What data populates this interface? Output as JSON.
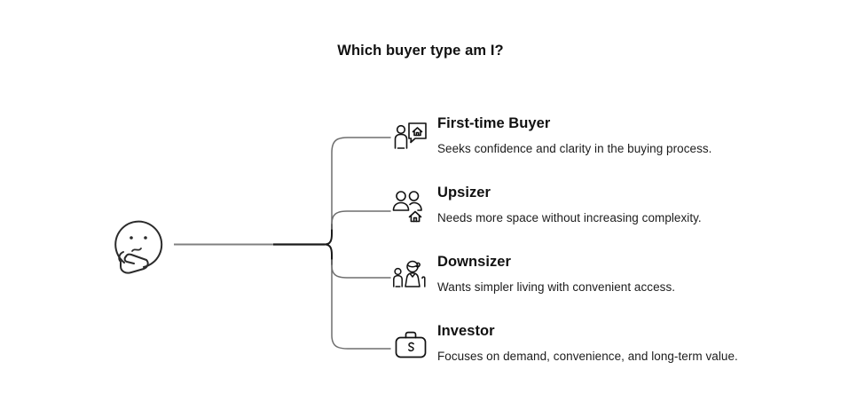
{
  "diagram": {
    "title": "Which buyer type am I?",
    "type": "mind-map",
    "root": {
      "icon": "thinking-face-icon",
      "label": ""
    },
    "colors": {
      "background": "#ffffff",
      "text": "#111111",
      "description_text": "#1c1c1c",
      "branch_line": "#6e6e6e",
      "trunk_line_light": "#808080",
      "trunk_line_dark": "#1a1a1a",
      "icon_stroke": "#111111"
    },
    "branches": [
      {
        "icon": "person-house-speech-bubble-icon",
        "label": "First-time Buyer",
        "description": "Seeks confidence and clarity in the buying process."
      },
      {
        "icon": "two-people-house-icon",
        "label": "Upsizer",
        "description": "Needs more space without increasing complexity."
      },
      {
        "icon": "senior-with-cane-icon",
        "label": "Downsizer",
        "description": "Wants simpler living with convenient access."
      },
      {
        "icon": "briefcase-dollar-icon",
        "label": "Investor",
        "description": "Focuses on demand, convenience, and long-term value."
      }
    ]
  }
}
